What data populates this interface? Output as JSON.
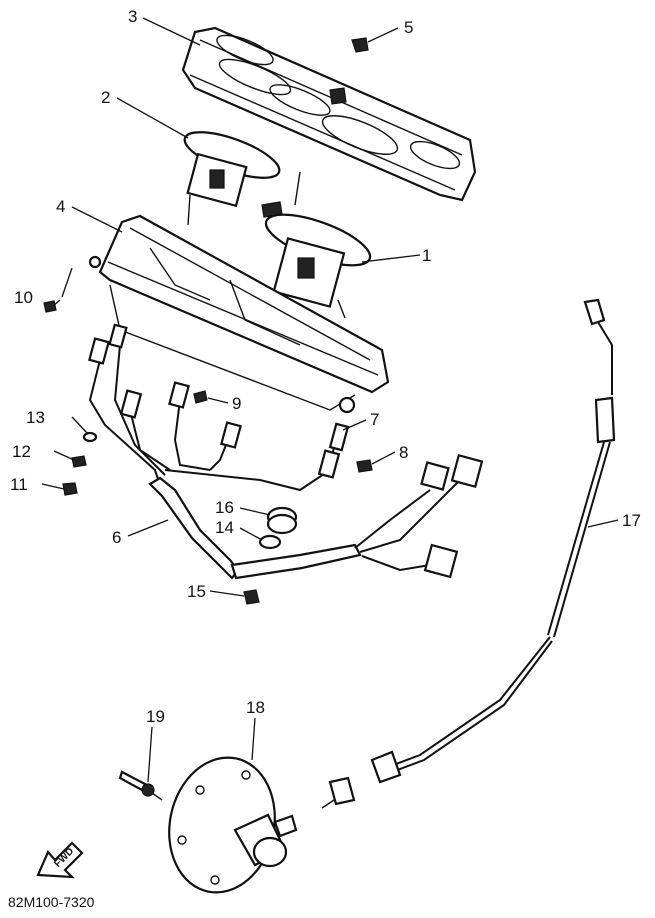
{
  "diagram_code": "82M100-7320",
  "fwd_badge": "FWD",
  "callouts": [
    {
      "id": "c1",
      "text": "1"
    },
    {
      "id": "c2",
      "text": "2"
    },
    {
      "id": "c3",
      "text": "3"
    },
    {
      "id": "c4",
      "text": "4"
    },
    {
      "id": "c5",
      "text": "5"
    },
    {
      "id": "c6",
      "text": "6"
    },
    {
      "id": "c7",
      "text": "7"
    },
    {
      "id": "c8",
      "text": "8"
    },
    {
      "id": "c9",
      "text": "9"
    },
    {
      "id": "c10",
      "text": "10"
    },
    {
      "id": "c11",
      "text": "11"
    },
    {
      "id": "c12",
      "text": "12"
    },
    {
      "id": "c13",
      "text": "13"
    },
    {
      "id": "c14",
      "text": "14"
    },
    {
      "id": "c15",
      "text": "15"
    },
    {
      "id": "c16",
      "text": "16"
    },
    {
      "id": "c17",
      "text": "17"
    },
    {
      "id": "c18",
      "text": "18"
    },
    {
      "id": "c19",
      "text": "19"
    }
  ]
}
